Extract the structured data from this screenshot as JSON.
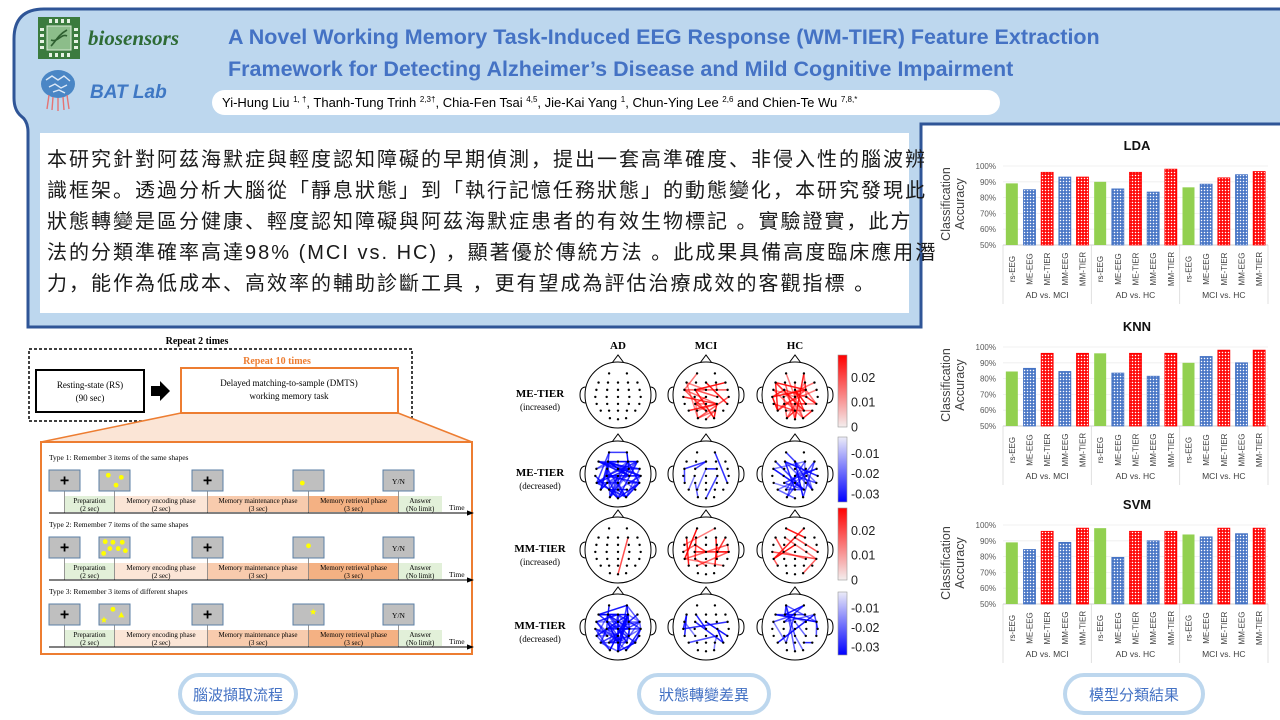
{
  "header": {
    "journal": "biosensors",
    "lab": "BAT Lab",
    "title_lines": [
      "A Novel Working Memory Task-Induced EEG Response (WM-TIER) Feature Extraction",
      "Framework for Detecting Alzheimer’s Disease and Mild Cognitive Impairment"
    ],
    "authors": [
      {
        "name": "Yi-Hung Liu ",
        "affil": "1, †",
        "sep": ", "
      },
      {
        "name": "Thanh-Tung Trinh ",
        "affil": "2,3†",
        "sep": ", "
      },
      {
        "name": "Chia-Fen Tsai ",
        "affil": "4,5",
        "sep": ", "
      },
      {
        "name": "Jie-Kai Yang ",
        "affil": "1",
        "sep": ", "
      },
      {
        "name": "Chun-Ying Lee ",
        "affil": "2,6",
        "sep": " and "
      },
      {
        "name": "Chien-Te Wu ",
        "affil": "7,8,*",
        "sep": ""
      }
    ]
  },
  "summary": {
    "lines": [
      "本研究針對阿茲海默症與輕度認知障礙的早期偵測，提出一套高準確度、非侵入性的腦波辨",
      "識框架。透過分析大腦從「靜息狀態」到「執行記憶任務狀態」的動態變化，本研究發現此",
      "狀態轉變是區分健康、輕度認知障礙與阿茲海默症患者的有效生物標記 。實驗證實，此方",
      "法的分類準確率高達98% (MCI vs. HC) ，顯著優於傳統方法 。此成果具備高度臨床應用潛",
      "力，能作為低成本、高效率的輔助診斷工具 ，更有望成為評估治療成效的客觀指標 。"
    ]
  },
  "flow": {
    "outer_repeat": "Repeat 2 times",
    "inner_repeat": "Repeat 10 times",
    "resting": [
      "Resting-state (RS)",
      "(90 sec)"
    ],
    "task": [
      "Delayed matching-to-sample (DMTS)",
      "working memory task"
    ],
    "time_label": "Time",
    "fixation_symbol": "+",
    "answer_screen": "Y/N",
    "phases": [
      {
        "name": "Preparation",
        "duration": "(2 sec)",
        "color": "#E2F0D9"
      },
      {
        "name": "Memory encoding phase",
        "duration": "(2 sec)",
        "color": "#FBE5D6"
      },
      {
        "name": "Memory maintenance phase",
        "duration": "(3 sec)",
        "color": "#F8CBAD"
      },
      {
        "name": "Memory retrieval phase",
        "duration": "(3 sec)",
        "color": "#F4B183"
      },
      {
        "name": "Answer",
        "duration": "(No limit)",
        "color": "#E2F0D9"
      }
    ],
    "trial_types": [
      {
        "label": "Type 1: Remember 3 items of the same shapes",
        "stimuli": [
          "circle",
          "circle",
          "circle"
        ],
        "probe": "circle"
      },
      {
        "label": "Type 2: Remember 7 items of the same shapes",
        "stimuli": [
          "circle",
          "circle",
          "circle",
          "circle",
          "circle",
          "circle",
          "circle"
        ],
        "probe": "circle"
      },
      {
        "label": "Type 3: Remember 3 items of different shapes",
        "stimuli": [
          "circle",
          "triangle",
          "star"
        ],
        "probe": "star"
      }
    ]
  },
  "connectivity": {
    "columns": [
      "AD",
      "MCI",
      "HC"
    ],
    "positive_color": "#FF0000",
    "negative_color": "#0000FF",
    "positive_range": [
      0,
      0.029
    ],
    "negative_range": [
      -0.034,
      -0.002
    ],
    "rows": [
      {
        "name": "ME-TIER",
        "sub": "(increased)",
        "sign": "pos",
        "edge_counts": [
          0,
          22,
          34
        ],
        "colorbar_ticks": [
          {
            "value": 0.02,
            "label": "0.02"
          },
          {
            "value": 0.01,
            "label": "0.01"
          },
          {
            "value": 0,
            "label": "0"
          }
        ]
      },
      {
        "name": "ME-TIER",
        "sub": "(decreased)",
        "sign": "neg",
        "edge_counts": [
          70,
          9,
          28
        ],
        "colorbar_ticks": [
          {
            "value": -0.01,
            "label": "-0.01"
          },
          {
            "value": -0.02,
            "label": "-0.02"
          },
          {
            "value": -0.03,
            "label": "-0.03"
          }
        ]
      },
      {
        "name": "MM-TIER",
        "sub": "(increased)",
        "sign": "pos",
        "edge_counts": [
          1,
          16,
          10
        ],
        "colorbar_ticks": [
          {
            "value": 0.02,
            "label": "0.02"
          },
          {
            "value": 0.01,
            "label": "0.01"
          },
          {
            "value": 0,
            "label": "0"
          }
        ]
      },
      {
        "name": "MM-TIER",
        "sub": "(decreased)",
        "sign": "neg",
        "edge_counts": [
          70,
          11,
          22
        ],
        "colorbar_ticks": [
          {
            "value": -0.01,
            "label": "-0.01"
          },
          {
            "value": -0.02,
            "label": "-0.02"
          },
          {
            "value": -0.03,
            "label": "-0.03"
          }
        ]
      }
    ]
  },
  "chart_data": [
    {
      "type": "bar",
      "title": "LDA",
      "xlabel": "",
      "ylabel": "Classification Accuracy",
      "ylabel_lines": [
        "Classification",
        "Accuracy"
      ],
      "ylim": [
        50,
        100
      ],
      "yticks": [
        100,
        90,
        80,
        70,
        60,
        50
      ],
      "ytick_labels": [
        "100%",
        "90%",
        "80%",
        "70%",
        "60%",
        "50%"
      ],
      "categories": [
        "rs-EEG",
        "ME-EEG",
        "ME-TIER",
        "MM-EEG",
        "MM-TIER"
      ],
      "series": [
        {
          "name": "AD vs. MCI",
          "values": [
            89,
            85,
            96,
            93,
            93
          ]
        },
        {
          "name": "AD vs. HC",
          "values": [
            90,
            85.5,
            96,
            83.5,
            98
          ]
        },
        {
          "name": "MCI vs. HC",
          "values": [
            86.5,
            88.5,
            92.5,
            94.5,
            96.5
          ]
        }
      ],
      "grid": true,
      "legend": "none"
    },
    {
      "type": "bar",
      "title": "KNN",
      "xlabel": "",
      "ylabel": "Classification Accuracy",
      "ylabel_lines": [
        "Classification",
        "Accuracy"
      ],
      "ylim": [
        50,
        100
      ],
      "yticks": [
        100,
        90,
        80,
        70,
        60,
        50
      ],
      "ytick_labels": [
        "100%",
        "90%",
        "80%",
        "70%",
        "60%",
        "50%"
      ],
      "categories": [
        "rs-EEG",
        "ME-EEG",
        "ME-TIER",
        "MM-EEG",
        "MM-TIER"
      ],
      "series": [
        {
          "name": "AD vs. MCI",
          "values": [
            84.5,
            86.5,
            96,
            84.5,
            96
          ]
        },
        {
          "name": "AD vs. HC",
          "values": [
            96,
            83.5,
            96,
            81.5,
            96
          ]
        },
        {
          "name": "MCI vs. HC",
          "values": [
            90,
            94,
            98,
            90,
            98
          ]
        }
      ],
      "grid": true,
      "legend": "none"
    },
    {
      "type": "bar",
      "title": "SVM",
      "xlabel": "",
      "ylabel": "Classification Accuracy",
      "ylabel_lines": [
        "Classification",
        "Accuracy"
      ],
      "ylim": [
        50,
        100
      ],
      "yticks": [
        100,
        90,
        80,
        70,
        60,
        50
      ],
      "ytick_labels": [
        "100%",
        "90%",
        "80%",
        "70%",
        "60%",
        "50%"
      ],
      "categories": [
        "rs-EEG",
        "ME-EEG",
        "ME-TIER",
        "MM-EEG",
        "MM-TIER"
      ],
      "series": [
        {
          "name": "AD vs. MCI",
          "values": [
            89,
            84.5,
            96,
            89,
            98
          ]
        },
        {
          "name": "AD vs. HC",
          "values": [
            98,
            79.5,
            96,
            90,
            96
          ]
        },
        {
          "name": "MCI vs. HC",
          "values": [
            94,
            92.5,
            98,
            94.5,
            98
          ]
        }
      ],
      "grid": true,
      "legend": "none"
    }
  ],
  "bar_styles": {
    "rs-EEG": {
      "color": "#92D050",
      "pattern": "solid"
    },
    "ME-EEG": {
      "color": "#4472C4",
      "pattern": "checker"
    },
    "ME-TIER": {
      "color": "#FF0000",
      "pattern": "checker"
    },
    "MM-EEG": {
      "color": "#4472C4",
      "pattern": "checker"
    },
    "MM-TIER": {
      "color": "#FF0000",
      "pattern": "checker"
    }
  },
  "sections": {
    "flow_button": "腦波擷取流程",
    "connectivity_button": "狀態轉變差異",
    "results_button": "模型分類結果"
  },
  "colors": {
    "header_fill": "#BDD7EE",
    "header_border": "#2F5597",
    "title": "#4472C4",
    "task_accent": "#ED7D31"
  }
}
